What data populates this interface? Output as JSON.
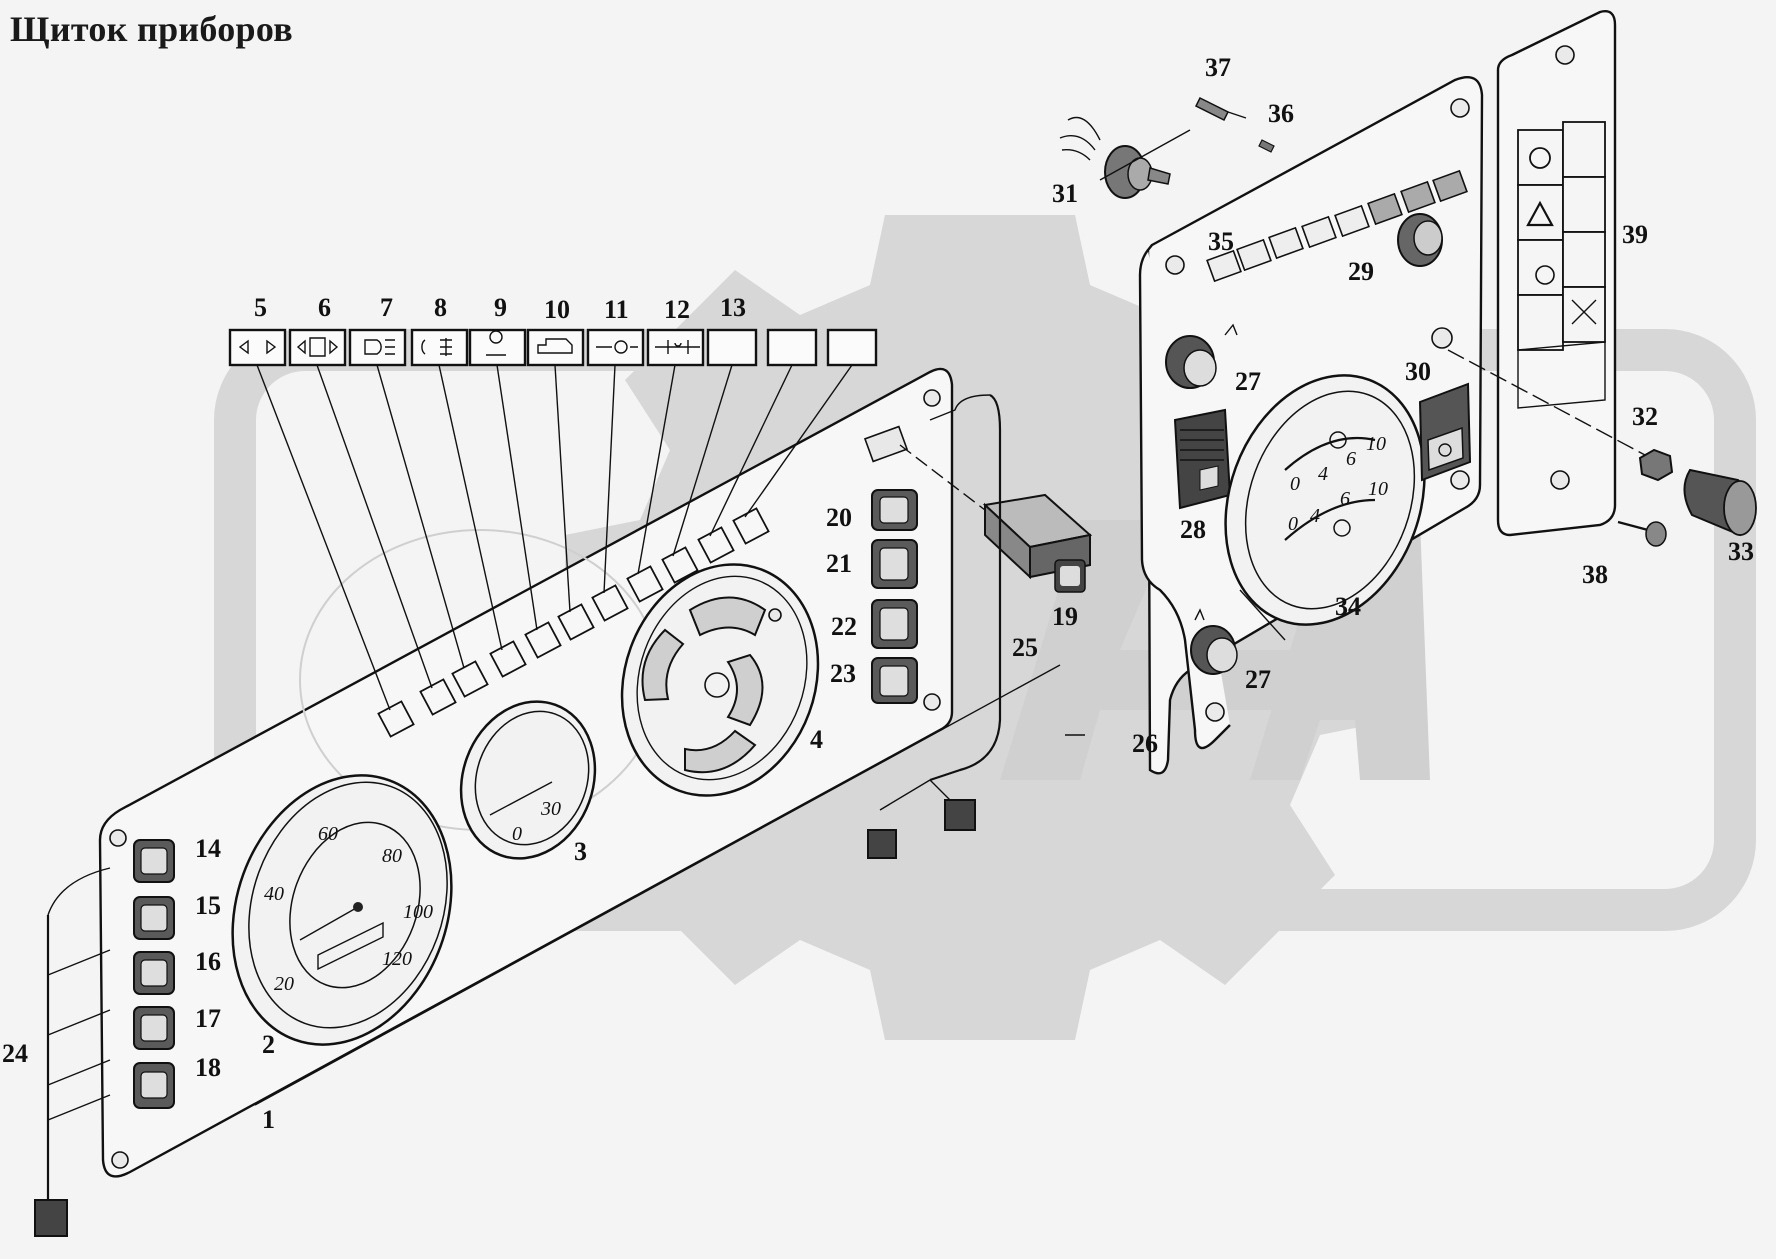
{
  "title": "Щиток приборов",
  "callouts": [
    "1",
    "2",
    "3",
    "4",
    "5",
    "6",
    "7",
    "8",
    "9",
    "10",
    "11",
    "12",
    "13",
    "14",
    "15",
    "16",
    "17",
    "18",
    "19",
    "20",
    "21",
    "22",
    "23",
    "24",
    "25",
    "26",
    "27",
    "28",
    "29",
    "30",
    "31",
    "32",
    "33",
    "34",
    "35",
    "36",
    "37",
    "38",
    "39"
  ],
  "speedometer": {
    "scale": [
      "20",
      "40",
      "60",
      "80",
      "100",
      "120"
    ]
  },
  "tachometer": {
    "scale": [
      "0",
      "30"
    ]
  },
  "pressure_gauge_top": {
    "scale": [
      "0",
      "4",
      "6",
      "10"
    ]
  },
  "pressure_gauge_bottom": {
    "scale": [
      "0",
      "4",
      "6",
      "10"
    ]
  }
}
